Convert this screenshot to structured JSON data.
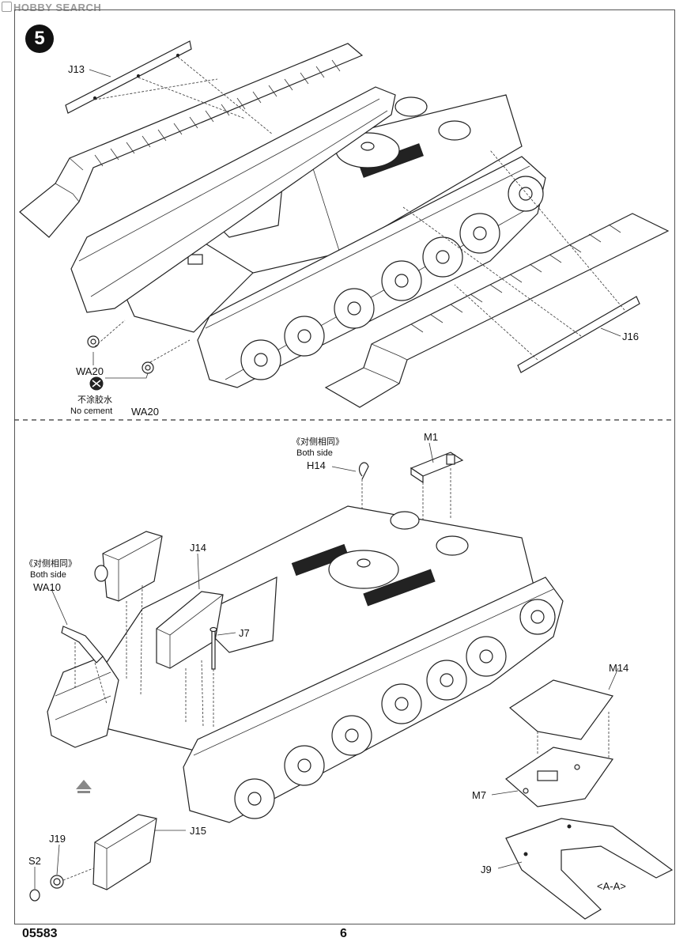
{
  "watermark": "HOBBY SEARCH",
  "step_number": "5",
  "footer": {
    "code": "05583",
    "page": "6"
  },
  "labels": {
    "j13": "J13",
    "j16": "J16",
    "wa20_a": "WA20",
    "wa20_b": "WA20",
    "no_cement_cn": "不涂胶水",
    "no_cement_en": "No cement",
    "both_side_cn_1": "《对侧相同》",
    "both_side_en_1": "Both side",
    "h14": "H14",
    "m1": "M1",
    "both_side_cn_2": "《对侧相同》",
    "both_side_en_2": "Both side",
    "wa10": "WA10",
    "j14": "J14",
    "j7": "J7",
    "m14": "M14",
    "m7": "M7",
    "j9": "J9",
    "section": "<A-A>",
    "j15": "J15",
    "j19": "J19",
    "s2": "S2"
  }
}
